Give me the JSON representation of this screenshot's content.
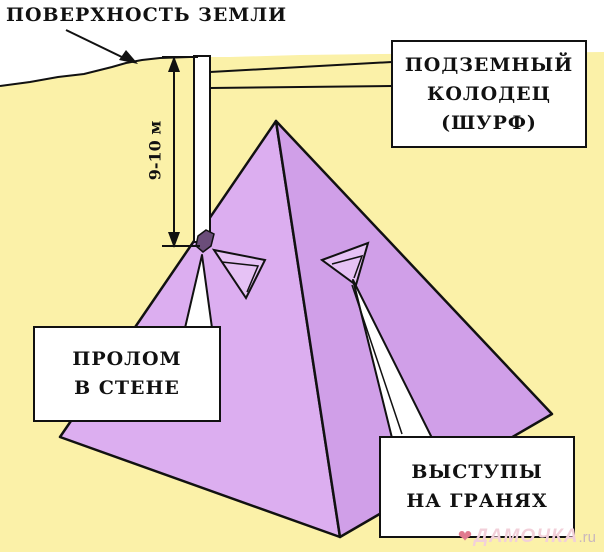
{
  "colors": {
    "ground": "#fbf1a8",
    "sky": "#ffffff",
    "pyramid_left_face": "#dcaef0",
    "pyramid_right_face": "#d09fe8",
    "outline": "#111111",
    "watermark": "#e07a8e"
  },
  "labels": {
    "surface": "ПОВЕРХНОСТЬ ЗЕМЛИ",
    "depth": "9-10 м",
    "well": [
      "ПОДЗЕМНЫЙ",
      "КОЛОДЕЦ",
      "(ШУРФ)"
    ],
    "breach": [
      "ПРОЛОМ",
      "В СТЕНЕ"
    ],
    "ledges": [
      "ВЫСТУПЫ",
      "НА ГРАНЯХ"
    ]
  },
  "watermark": {
    "icon": "heart-icon",
    "main": "ДАМОЧКА",
    "suffix": ".ru"
  }
}
